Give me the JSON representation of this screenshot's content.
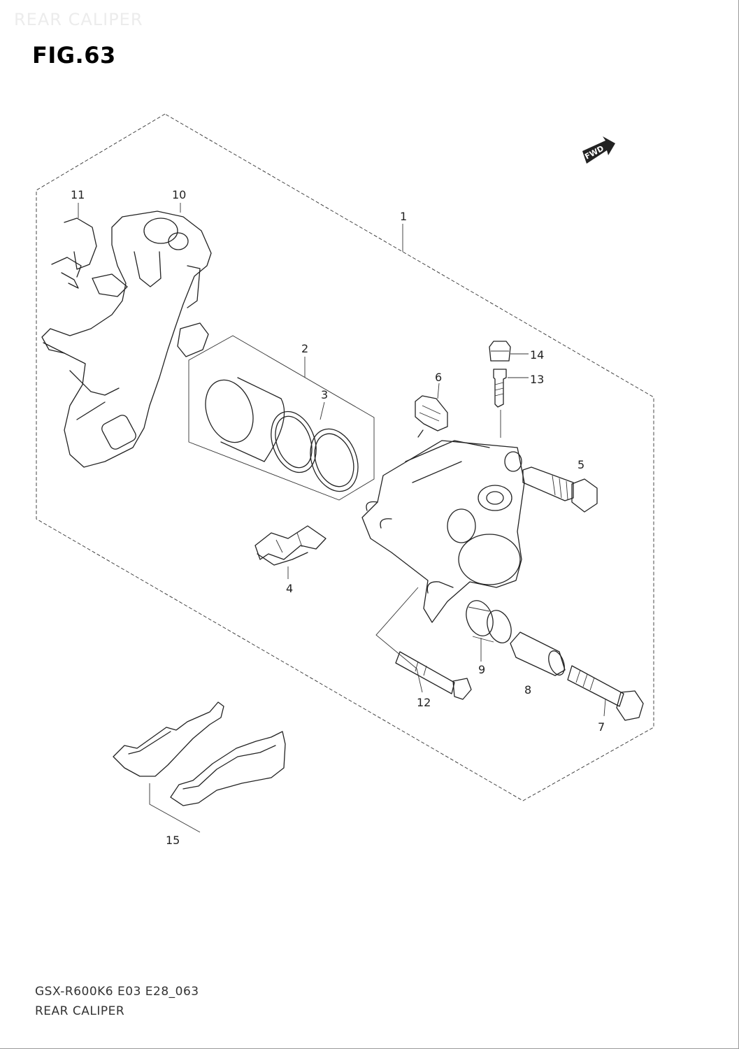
{
  "header": {
    "watermark": "REAR CALIPER",
    "figure_title": "FIG.63"
  },
  "diagram": {
    "direction_badge": "FWD",
    "callouts": [
      {
        "id": "1",
        "label": "1"
      },
      {
        "id": "2",
        "label": "2"
      },
      {
        "id": "3",
        "label": "3"
      },
      {
        "id": "4",
        "label": "4"
      },
      {
        "id": "5",
        "label": "5"
      },
      {
        "id": "6",
        "label": "6"
      },
      {
        "id": "7",
        "label": "7"
      },
      {
        "id": "8",
        "label": "8"
      },
      {
        "id": "9",
        "label": "9"
      },
      {
        "id": "10",
        "label": "10"
      },
      {
        "id": "11",
        "label": "11"
      },
      {
        "id": "12",
        "label": "12"
      },
      {
        "id": "13",
        "label": "13"
      },
      {
        "id": "14",
        "label": "14"
      },
      {
        "id": "15",
        "label": "15"
      }
    ]
  },
  "footer": {
    "model_code": "GSX-R600K6 E03 E28_063",
    "caption": "REAR CALIPER"
  }
}
